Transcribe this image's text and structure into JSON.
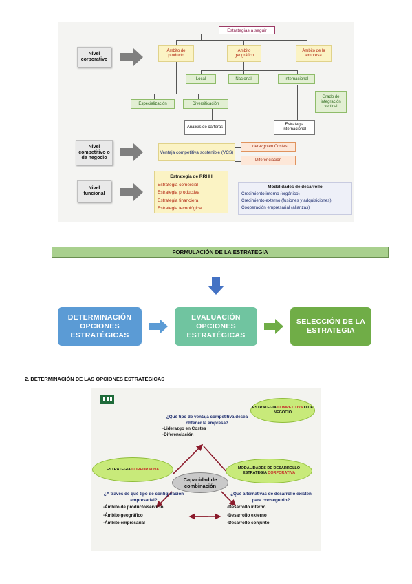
{
  "diagram1": {
    "root": "Estrategias a seguir",
    "levels": {
      "corporativo": "Nivel corporativo",
      "competitivo": "Nivel competitivo o de negocio",
      "funcional": "Nivel funcional"
    },
    "ambitos": {
      "producto": "Ámbito de producto",
      "geografico": "Ámbito geográfico",
      "empresa": "Ámbito de la empresa"
    },
    "geo": {
      "local": "Local",
      "nacional": "Nacional",
      "internacional": "Internacional"
    },
    "grado": "Grado de integración vertical",
    "especializacion": "Especialización",
    "diversificacion": "Diversificación",
    "analisis": "Análisis de carteras",
    "estrategia_internacional": "Estrategia internacional",
    "ventaja": "Ventaja competitiva sostenible (VCS)",
    "liderazgo": "Liderazgo en Costes",
    "diferenciacion": "Diferenciación",
    "funcional_items": [
      "Estrategia de RRHH",
      "Estrategia comercial",
      "Estrategia productiva",
      "Estrategia financiera",
      "Estrategia tecnológica"
    ],
    "modalidades": {
      "title": "Modalidades de desarrollo",
      "items": [
        "Crecimiento interno (orgánico)",
        "Crecimiento externo  (fusiones y adquisiciones)",
        "Cooperación empresarial (alianzas)"
      ]
    }
  },
  "banner": "FORMULACIÓN DE LA ESTRATEGIA",
  "process": {
    "step1": "DETERMINACIÓN OPCIONES ESTRATÉGICAS",
    "step2": "EVALUACIÓN OPCIONES ESTRATÉGICAS",
    "step3": "SELECCIÓN DE LA ESTRATEGIA",
    "colors": {
      "step1": "#5b9bd5",
      "step2": "#70c4a0",
      "step3": "#70ad47",
      "arrow": "#4472c4"
    }
  },
  "heading": "2.   DETERMINACIÓN DE LAS OPCIONES ESTRATÉGICAS",
  "diagram2": {
    "cloud_competitiva": {
      "prefix": "ESTRATEGIA ",
      "highlight": "COMPETITIVA",
      "suffix": " O DE NEGOCIO"
    },
    "cloud_corporativa": {
      "prefix": "ESTRATEGIA ",
      "highlight": "CORPORATIVA"
    },
    "cloud_modalidades": {
      "line1": "MODALIDADES DE DESARROLLO",
      "prefix": "ESTRATEGIA ",
      "highlight": "CORPORATIVA"
    },
    "center": "Capacidad de combinación",
    "top_question": "¿Qué  tipo de ventaja competitiva desea obtener la empresa?",
    "top_items": [
      "-Liderazgo en Costes",
      "-Diferenciación"
    ],
    "left_question": "¿A través de qué tipo de configuración empresarial?",
    "left_items": [
      "-Ámbito de producto/servicio",
      "-Ámbito geográfico",
      "-Ámbito empresarial"
    ],
    "right_question": "¿Qué alternativas de desarrollo existen para conseguirlo?",
    "right_items": [
      "-Desarrollo interno",
      "-Desarrollo externo",
      "-Desarrollo conjunto"
    ]
  }
}
